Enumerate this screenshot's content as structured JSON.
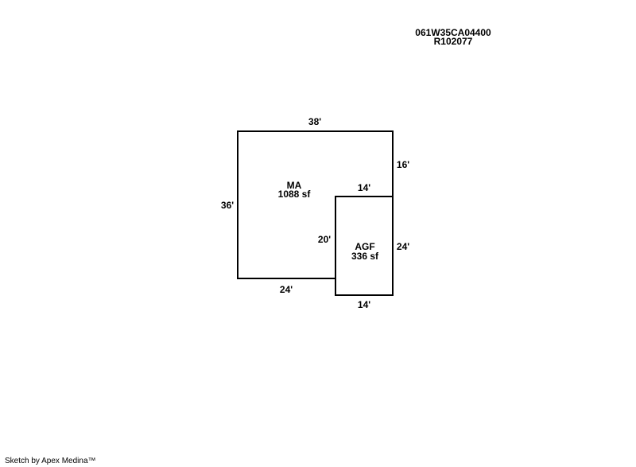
{
  "header": {
    "parcel_id": "061W35CA04400",
    "account_id": "R102077"
  },
  "areas": {
    "main": {
      "code": "MA",
      "size": "1088 sf"
    },
    "garage": {
      "code": "AGF",
      "size": "336 sf"
    }
  },
  "dimensions": {
    "top": "38'",
    "right_upper": "16'",
    "left": "36'",
    "notch_top": "14'",
    "notch_left": "20'",
    "garage_right": "24'",
    "bottom_left": "24'",
    "garage_bottom": "14'"
  },
  "footer": {
    "credit": "Sketch by Apex Medina™"
  },
  "colors": {
    "line": "#000000",
    "background": "#ffffff"
  }
}
